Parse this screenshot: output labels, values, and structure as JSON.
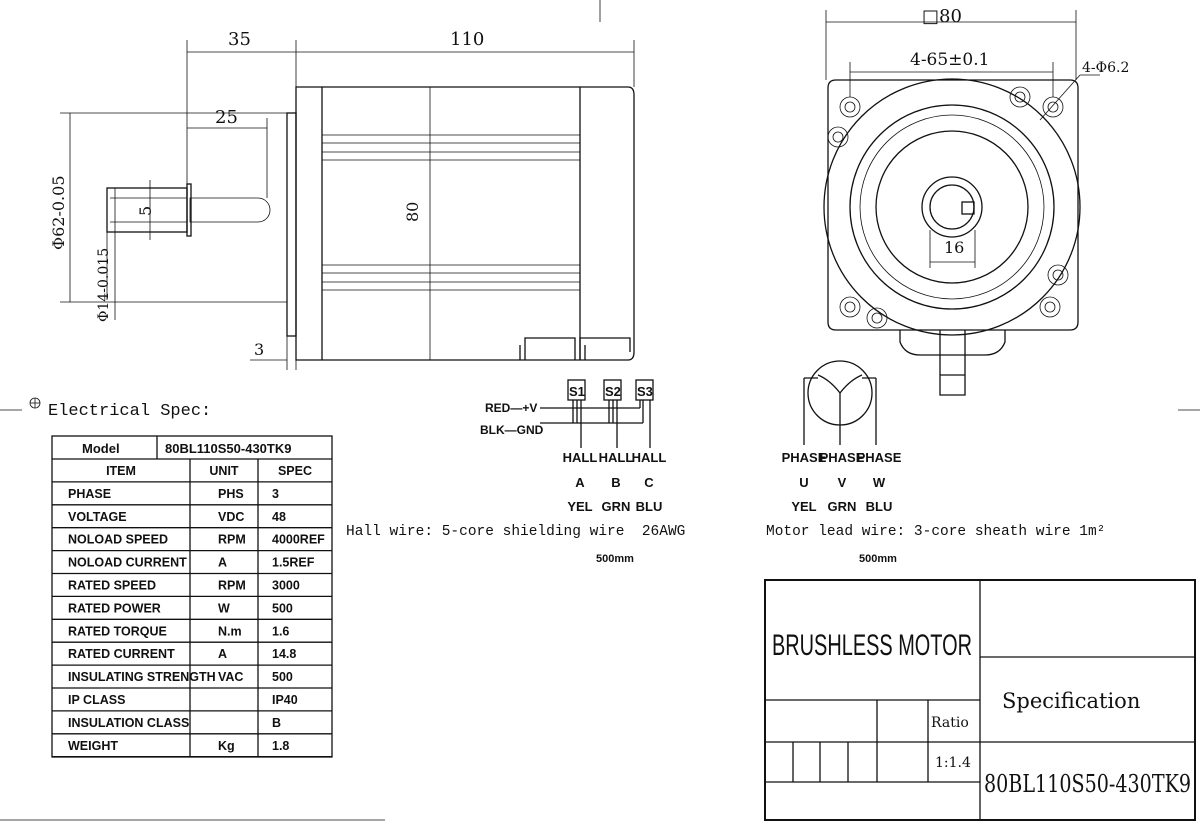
{
  "dimensions": {
    "shaft_length": "35",
    "body_length": "110",
    "key_length": "25",
    "key_width": "5",
    "flange_diameter": "Φ62-0.05",
    "shaft_diameter": "Φ14-0.015",
    "body_height": "80",
    "flange_thickness": "3",
    "square_size": "□80",
    "hole_spacing": "4-65±0.1",
    "hole_diameter": "4-Φ6.2",
    "shaft_key_dim": "16"
  },
  "spec_section": {
    "title": "Electrical Spec:"
  },
  "spec_table": {
    "model_label": "Model",
    "model_value": "80BL110S50-430TK9",
    "headers": [
      "ITEM",
      "UNIT",
      "SPEC"
    ],
    "rows": [
      [
        "PHASE",
        "PHS",
        "3"
      ],
      [
        "VOLTAGE",
        "VDC",
        "48"
      ],
      [
        "NOLOAD SPEED",
        "RPM",
        "4000REF"
      ],
      [
        "NOLOAD CURRENT",
        "A",
        "1.5REF"
      ],
      [
        "RATED SPEED",
        "RPM",
        "3000"
      ],
      [
        "RATED POWER",
        "W",
        "500"
      ],
      [
        "RATED TORQUE",
        "N.m",
        "1.6"
      ],
      [
        "RATED CURRENT",
        "A",
        "14.8"
      ],
      [
        "INSULATING STRENGTH",
        "VAC",
        "500"
      ],
      [
        "IP CLASS",
        "",
        "IP40"
      ],
      [
        "INSULATION CLASS",
        "",
        "B"
      ],
      [
        "WEIGHT",
        "Kg",
        "1.8"
      ]
    ]
  },
  "hall_wiring": {
    "sensors": [
      "S1",
      "S2",
      "S3"
    ],
    "power": "RED—+V",
    "ground": "BLK—GND",
    "labels": [
      {
        "name": "HALL",
        "letter": "A",
        "color": "YEL"
      },
      {
        "name": "HALL",
        "letter": "B",
        "color": "GRN"
      },
      {
        "name": "HALL",
        "letter": "C",
        "color": "BLU"
      }
    ],
    "description": "Hall wire: 5-core shielding wire  26AWG",
    "length": "500mm"
  },
  "motor_wiring": {
    "labels": [
      {
        "name": "PHASE",
        "letter": "U",
        "color": "YEL"
      },
      {
        "name": "PHASE",
        "letter": "V",
        "color": "GRN"
      },
      {
        "name": "PHASE",
        "letter": "W",
        "color": "BLU"
      }
    ],
    "description": "Motor lead wire: 3-core sheath wire 1m²",
    "length": "500mm"
  },
  "title_block": {
    "title": "BRUSHLESS MOTOR",
    "specification": "Specification",
    "ratio_label": "Ratio",
    "ratio_value": "1:1.4",
    "model": "80BL110S50-430TK9"
  }
}
